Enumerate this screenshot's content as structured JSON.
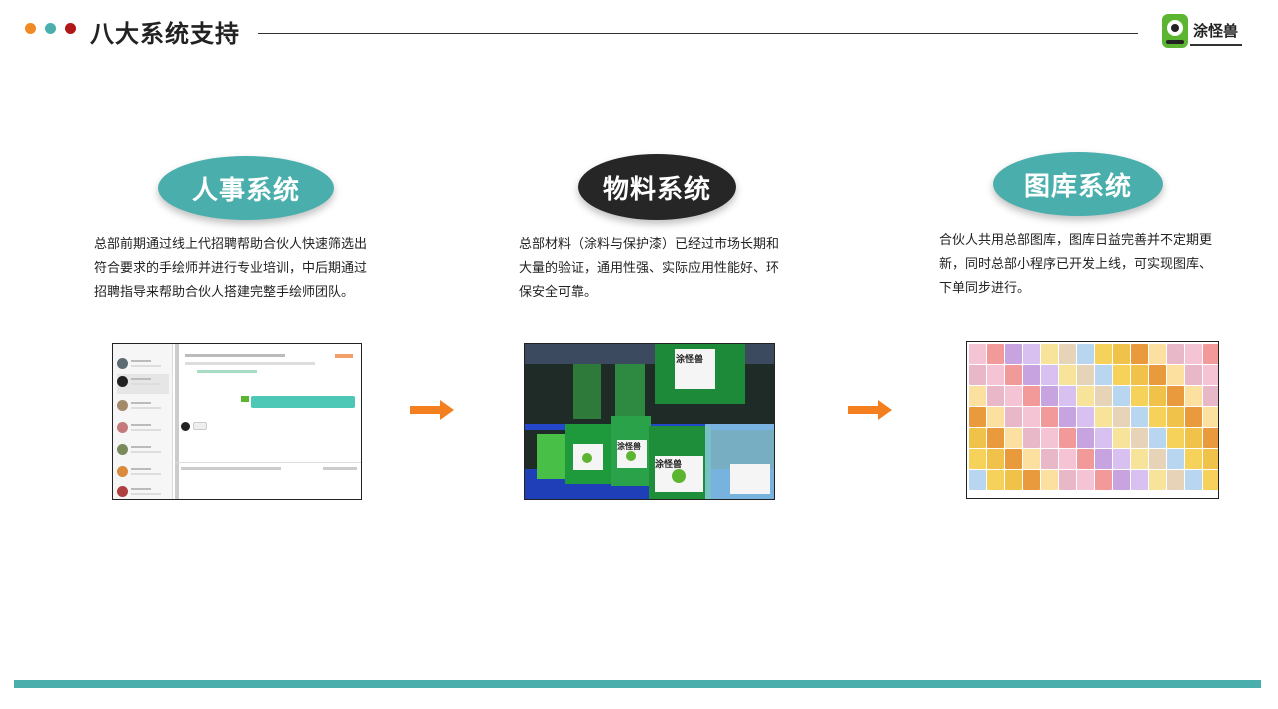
{
  "header": {
    "title": "八大系统支持",
    "logo_text": "涂怪兽",
    "dot_colors": [
      "#f08a24",
      "#4aafac",
      "#b01818"
    ]
  },
  "colors": {
    "teal": "#4aafac",
    "dark": "#262626",
    "arrow": "#f47f1f"
  },
  "systems": [
    {
      "name": "人事系统",
      "description": [
        "总部前期通过线上代招聘帮助合伙人快速筛选出",
        "符合要求的手绘师并进行专业培训，中后期通过",
        "招聘指导来帮助合伙人搭建完整手绘师团队。"
      ],
      "image": "chat-app-screenshot"
    },
    {
      "name": "物料系统",
      "description": [
        "总部材料（涂料与保护漆）已经过市场长期和",
        "大量的验证，通用性强、实际应用性能好、环",
        "保安全可靠。"
      ],
      "image": "paint-jars-photo",
      "jar_labels": [
        "涂怪兽",
        "涂怪兽",
        "涂怪兽"
      ]
    },
    {
      "name": "图库系统",
      "description": [
        "合伙人共用总部图库，图库日益完善并不定期更",
        "新，同时总部小程序已开发上线，可实现图库、",
        "下单同步进行。"
      ],
      "image": "cartoon-gallery-grid"
    }
  ],
  "arrows": [
    "arrow-right-icon",
    "arrow-right-icon"
  ]
}
